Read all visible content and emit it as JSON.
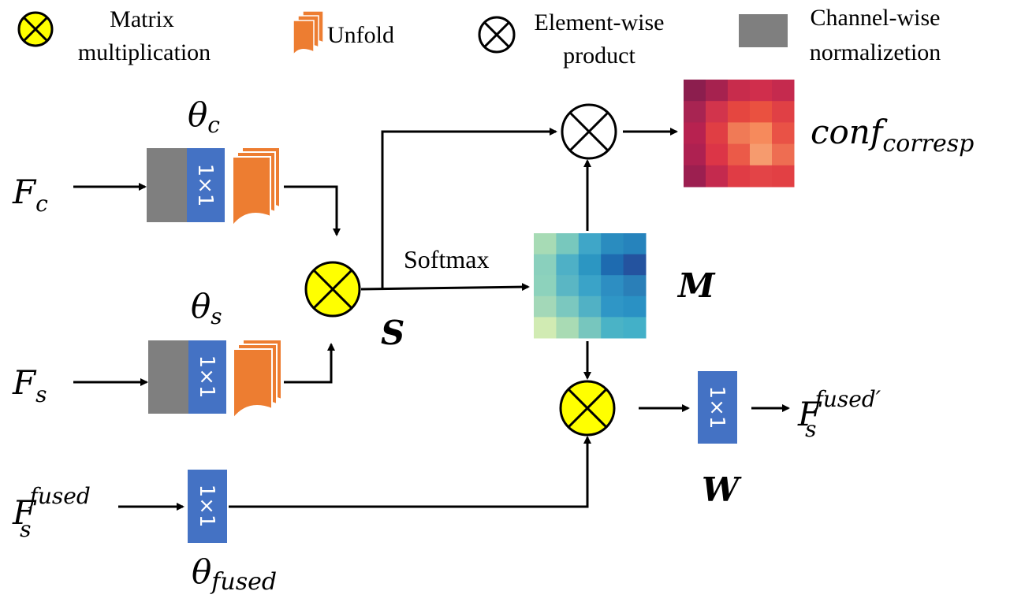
{
  "legend": {
    "matrix_mult": [
      "Matrix",
      "multiplication"
    ],
    "unfold": "Unfold",
    "elementwise": [
      "Element-wise",
      "product"
    ],
    "channel_norm": [
      "Channel-wise",
      "normalizetion"
    ]
  },
  "inputs": {
    "fc": {
      "base": "F",
      "sub": "c"
    },
    "fs": {
      "base": "F",
      "sub": "s"
    },
    "fsfused": {
      "base": "F",
      "sub": "s",
      "sup": "fused"
    }
  },
  "thetas": {
    "c": {
      "base": "θ",
      "sub": "c"
    },
    "s": {
      "base": "θ",
      "sub": "s"
    },
    "fused": {
      "base": "θ",
      "sub": "fused"
    }
  },
  "conv_label": "1×1",
  "softmax_label": "Softmax",
  "S_label": "S",
  "M_label": "M",
  "W_label": "W",
  "conf_label": {
    "base": "conf",
    "sub": "corresp"
  },
  "output_label": {
    "base": "F",
    "sub": "s",
    "sup": "fused′"
  },
  "colors": {
    "conv_blue": "#4472c4",
    "norm_gray": "#7f7f7f",
    "unfold_orange": "#ed7d31",
    "mult_yellow": "#ffff00"
  },
  "heatmaps": {
    "conf": [
      [
        "#8c1e4e",
        "#a6224f",
        "#c82c4c",
        "#d02e4c",
        "#c52a4e"
      ],
      [
        "#a82452",
        "#d2344c",
        "#e54640",
        "#ea5140",
        "#e04045"
      ],
      [
        "#b72250",
        "#e03e44",
        "#f07a56",
        "#f68a5c",
        "#e95246"
      ],
      [
        "#ae2151",
        "#dc3547",
        "#eb5a48",
        "#f69b6e",
        "#ee6d52"
      ],
      [
        "#9c1f50",
        "#c42a4e",
        "#e03c45",
        "#e34447",
        "#e24044"
      ]
    ],
    "M": [
      [
        "#a7dbb5",
        "#78c8bd",
        "#3fa6c8",
        "#2a8cbf",
        "#2683bc"
      ],
      [
        "#8ad0bd",
        "#4eb0c6",
        "#2c96c2",
        "#1e6bb0",
        "#24539f"
      ],
      [
        "#8dd2bc",
        "#5ab6c4",
        "#3aa3c8",
        "#2d8ec2",
        "#2a7fb8"
      ],
      [
        "#a3d8b8",
        "#7bc8bf",
        "#51b1c5",
        "#2f96c6",
        "#2a91c4"
      ],
      [
        "#d1ebb3",
        "#a9dbb4",
        "#77c6be",
        "#4ab3c6",
        "#43b0c8"
      ]
    ]
  }
}
